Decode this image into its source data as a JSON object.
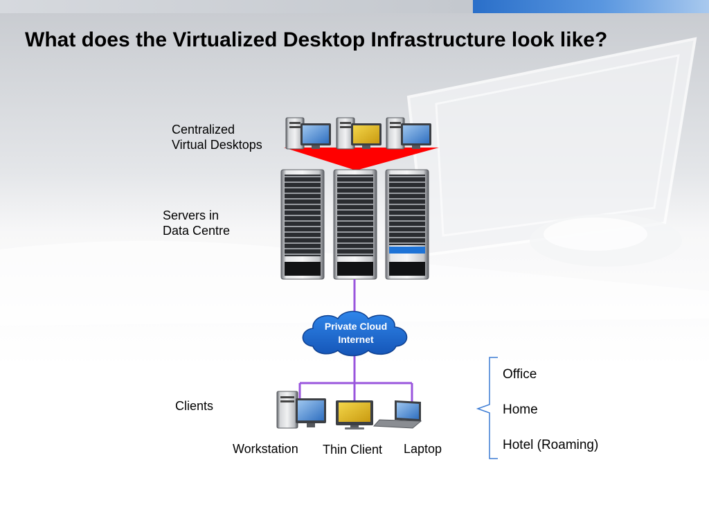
{
  "slide": {
    "title": "What does the Virtualized Desktop Infrastructure look like?"
  },
  "diagram": {
    "tiers": {
      "desktops_label": [
        "Centralized",
        "Virtual Desktops"
      ],
      "servers_label": [
        "Servers in",
        "Data Centre"
      ],
      "clients_label": "Clients"
    },
    "network": [
      "Private Cloud",
      "Internet"
    ],
    "clients": [
      {
        "label": "Workstation",
        "icon": "workstation-icon"
      },
      {
        "label": "Thin Client",
        "icon": "thin-client-icon"
      },
      {
        "label": "Laptop",
        "icon": "laptop-icon"
      }
    ],
    "locations": [
      "Office",
      "Home",
      "Hotel (Roaming)"
    ]
  },
  "colors": {
    "title": "#000000",
    "funnel": "#ff0000",
    "connector": "#9955dd",
    "cloud": "#1f6fd1",
    "bracket": "#3b7bd4",
    "top_accent": "#2a6fc9"
  }
}
